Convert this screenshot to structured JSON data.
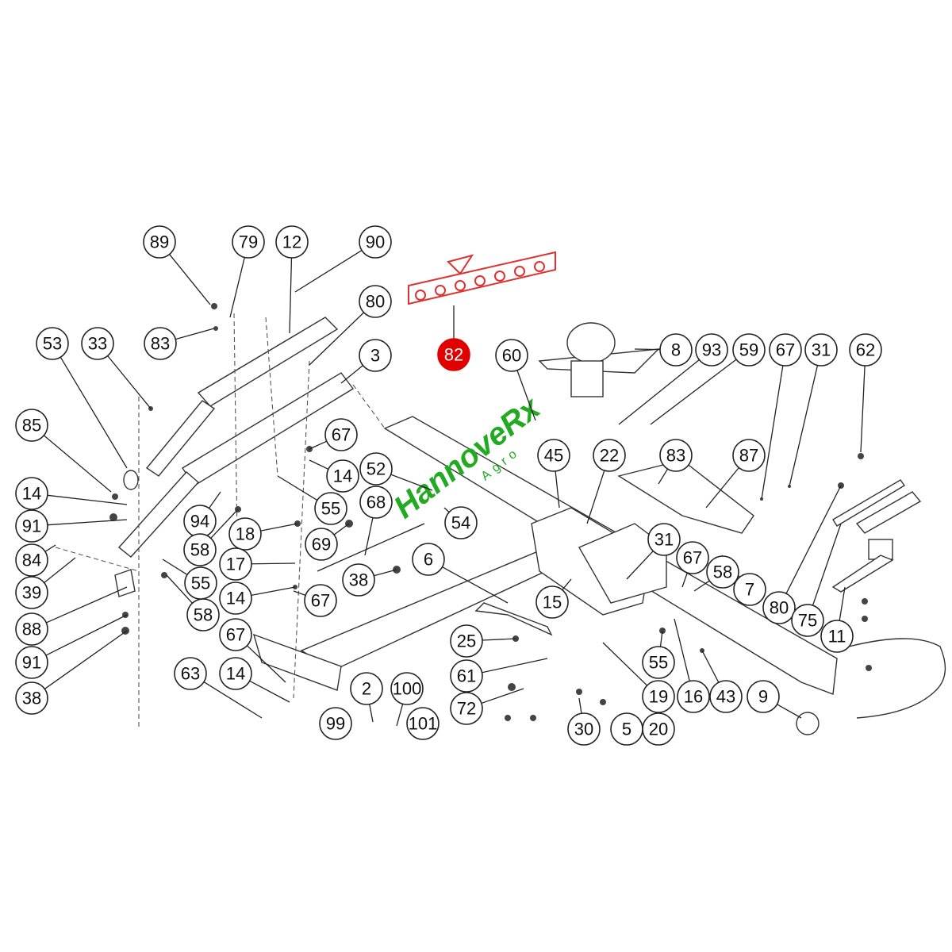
{
  "highlighted_label": "82",
  "watermark": {
    "brand": "HannoveRx",
    "sub": "Agro"
  },
  "colors": {
    "highlight": "#e00000",
    "watermark": "#22aa22",
    "line": "#222222"
  },
  "labels": [
    "89",
    "79",
    "12",
    "90",
    "80",
    "83",
    "3",
    "53",
    "33",
    "85",
    "14",
    "91",
    "84",
    "39",
    "88",
    "91",
    "38",
    "94",
    "58",
    "55",
    "58",
    "18",
    "17",
    "14",
    "55",
    "69",
    "67",
    "14",
    "52",
    "68",
    "54",
    "38",
    "60",
    "8",
    "93",
    "59",
    "67",
    "31",
    "62",
    "45",
    "22",
    "83",
    "87",
    "6",
    "15",
    "31",
    "67",
    "58",
    "7",
    "80",
    "75",
    "11",
    "25",
    "61",
    "72",
    "55",
    "19",
    "16",
    "43",
    "9",
    "67",
    "67",
    "14",
    "63",
    "2",
    "100",
    "99",
    "101",
    "30",
    "5",
    "20",
    "82"
  ]
}
